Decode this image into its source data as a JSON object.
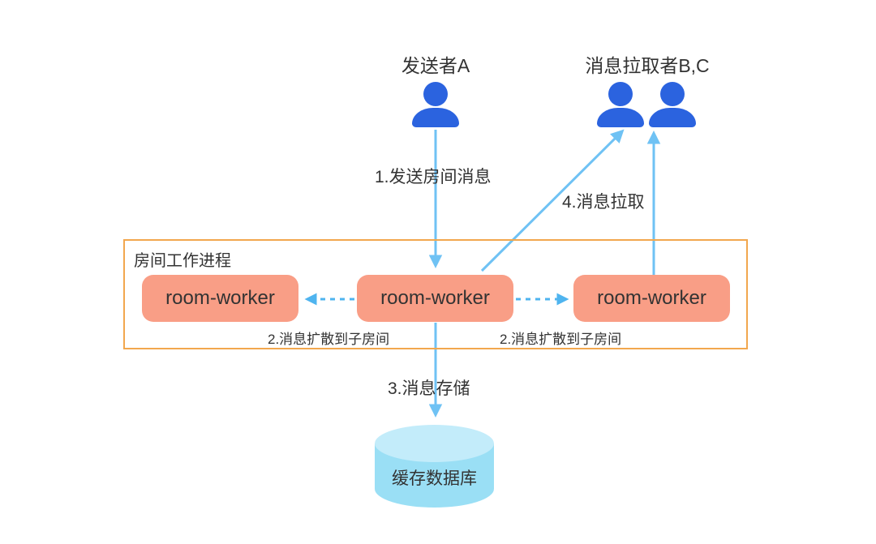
{
  "actors": {
    "sender": {
      "label": "发送者A",
      "icon": "person-icon"
    },
    "pullers": {
      "label": "消息拉取者B,C",
      "icon": "person-icon",
      "count": 2
    }
  },
  "flows": {
    "step1": "1.发送房间消息",
    "step2_left": "2.消息扩散到子房间",
    "step2_right": "2.消息扩散到子房间",
    "step3": "3.消息存储",
    "step4": "4.消息拉取"
  },
  "process_group": {
    "label": "房间工作进程",
    "workers": [
      {
        "label": "room-worker"
      },
      {
        "label": "room-worker"
      },
      {
        "label": "room-worker"
      }
    ]
  },
  "database": {
    "label": "缓存数据库",
    "shape": "cylinder"
  },
  "colors": {
    "person_blue": "#2B63DF",
    "arrow_blue": "#6FC2F4",
    "dashed_arrow_blue": "#4FB4EF",
    "worker_fill": "#F99E86",
    "group_border": "#F2A74E",
    "cylinder_body": "#9ADFF5",
    "cylinder_top": "#C3ECFA",
    "text": "#333333",
    "background": "#FFFFFF"
  }
}
